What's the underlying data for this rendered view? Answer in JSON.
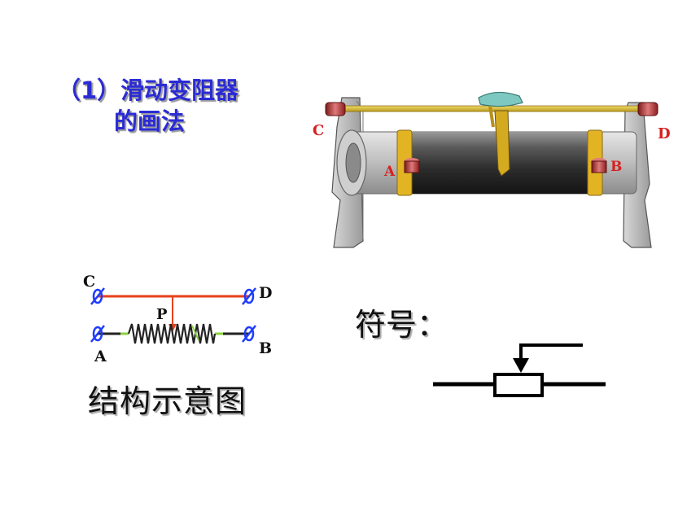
{
  "title": {
    "line1": "（1）滑动变阻器",
    "line2": "的画法"
  },
  "apparatus": {
    "label_c": "C",
    "label_d": "D",
    "label_a": "A",
    "label_b": "B"
  },
  "schematic": {
    "label_c": "C",
    "label_d": "D",
    "label_a": "A",
    "label_b": "B",
    "label_p": "P",
    "caption": "结构示意图"
  },
  "symbol": {
    "label": "符号："
  },
  "colors": {
    "title": "#2b2bd6",
    "label_red": "#d62020",
    "terminal_blue": "#1e3cff",
    "wire_red": "#e8401c",
    "coil_green": "#8cd23c"
  }
}
